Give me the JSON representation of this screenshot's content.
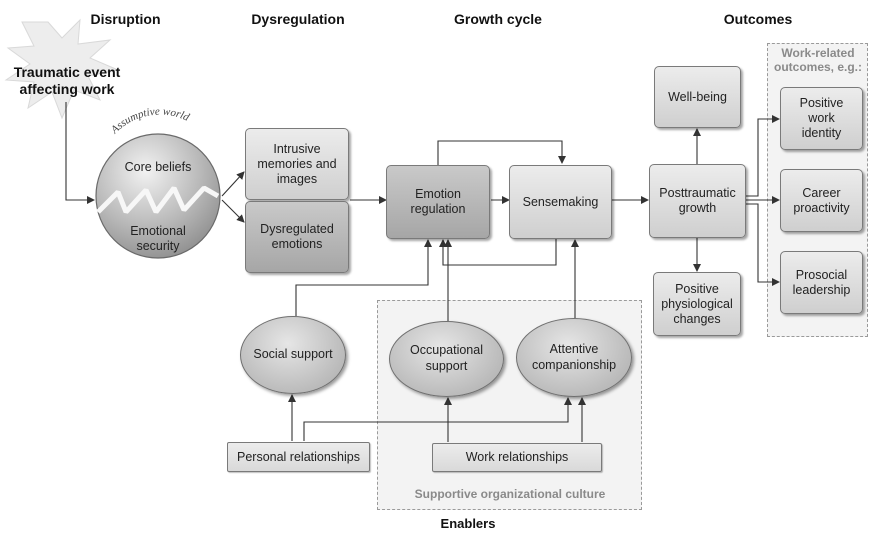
{
  "headers": {
    "disruption": "Disruption",
    "dysregulation": "Dysregulation",
    "growth_cycle": "Growth cycle",
    "outcomes": "Outcomes",
    "enablers": "Enablers"
  },
  "trauma": {
    "line1": "Traumatic event",
    "line2": "affecting work"
  },
  "assumptive_world": {
    "arc_label": "Assumptive world",
    "core_beliefs": "Core beliefs",
    "emotional": "Emotional",
    "security": "security"
  },
  "dysregulation": {
    "intrusive_1": "Intrusive",
    "intrusive_2": "memories and",
    "intrusive_3": "images",
    "dysregulated_1": "Dysregulated",
    "dysregulated_2": "emotions"
  },
  "growth": {
    "emotion_1": "Emotion",
    "emotion_2": "regulation",
    "sensemaking": "Sensemaking",
    "ptg_1": "Posttraumatic",
    "ptg_2": "growth"
  },
  "outcomes": {
    "wellbeing": "Well-being",
    "physio_1": "Positive",
    "physio_2": "physiological",
    "physio_3": "changes",
    "work_related_1": "Work-related",
    "work_related_2": "outcomes, e.g.:",
    "identity_1": "Positive",
    "identity_2": "work",
    "identity_3": "identity",
    "career_1": "Career",
    "career_2": "proactivity",
    "prosocial_1": "Prosocial",
    "prosocial_2": "leadership"
  },
  "enablers": {
    "social_support": "Social support",
    "occupational_1": "Occupational",
    "occupational_2": "support",
    "attentive_1": "Attentive",
    "attentive_2": "companionship",
    "personal_relationships": "Personal relationships",
    "work_relationships": "Work relationships",
    "culture": "Supportive organizational culture"
  }
}
